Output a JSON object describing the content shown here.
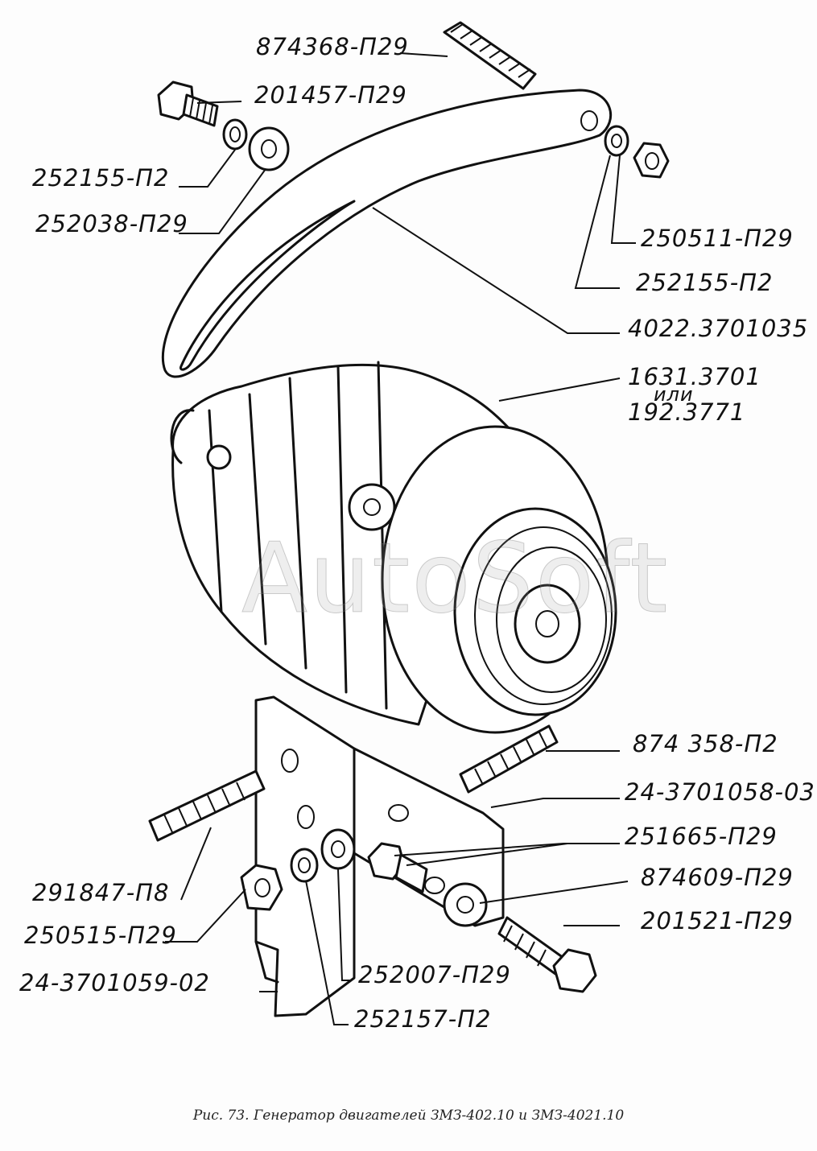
{
  "labels": {
    "stud_top": "874368-П29",
    "bolt_top": "201457-П29",
    "washer_spring_left": "252155-П2",
    "washer_flat_left": "252038-П29",
    "nut_top_right": "250511-П29",
    "washer_spring_right": "252155-П2",
    "bracket_adjust": "4022.3701035",
    "generator_line1": "1631.3701",
    "generator_line2": "или",
    "generator_line3": "192.3771",
    "stud_right": "874 358-П2",
    "bracket_upper": "24-3701058-03",
    "nut_right": "251665-П29",
    "bushing_right": "874609-П29",
    "bolt_bottom": "201521-П29",
    "stud_left": "291847-П8",
    "nut_left": "250515-П29",
    "bracket_lower": "24-3701059-02",
    "washer_flat_bottom": "252007-П29",
    "washer_spring_bottom": "252157-П2"
  },
  "watermark": "AutoSoft",
  "caption": "Рис. 73. Генератор двигателей ЗМЗ-402.10 и ЗМЗ-4021.10"
}
